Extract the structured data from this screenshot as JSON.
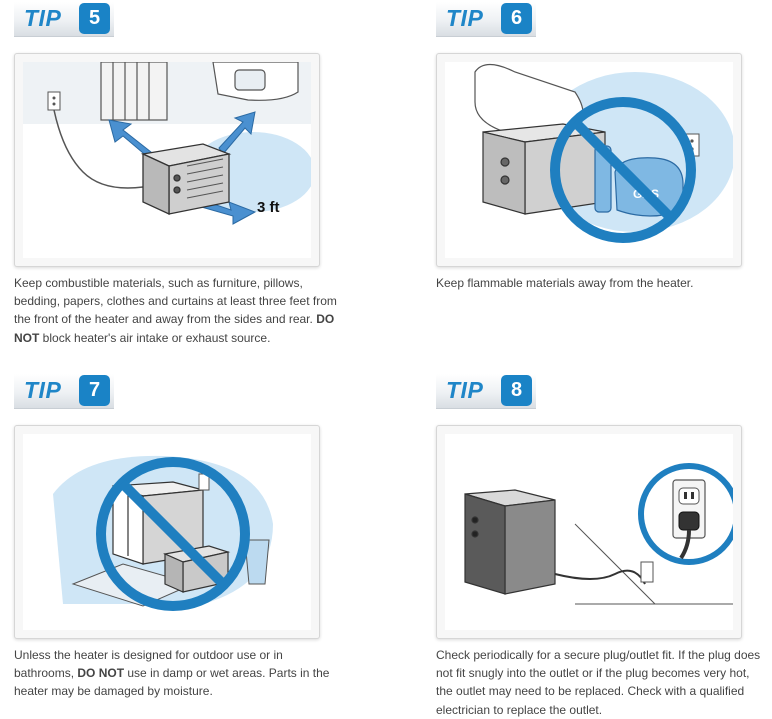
{
  "tips": [
    {
      "word": "TIP",
      "number": "5",
      "caption_pre": "Keep combustible materials, such as furniture, pillows, bedding, papers, clothes and curtains at least three feet from the front of the heater and away from the sides and rear. ",
      "caption_bold": "DO NOT",
      "caption_post": " block heater's air intake or exhaust source.",
      "illustration_label": "3 ft"
    },
    {
      "word": "TIP",
      "number": "6",
      "caption_pre": "Keep flammable materials away from the heater.",
      "caption_bold": "",
      "caption_post": "",
      "illustration_label": "GAS"
    },
    {
      "word": "TIP",
      "number": "7",
      "caption_pre": "Unless the heater is designed for outdoor use or in bathrooms, ",
      "caption_bold": "DO NOT",
      "caption_post": " use in damp or wet areas. Parts in the heater may be damaged by moisture."
    },
    {
      "word": "TIP",
      "number": "8",
      "caption_pre": "Check periodically for a secure plug/outlet fit. If the plug does not fit snugly into the outlet or if the plug becomes very hot, the outlet may need to be replaced. Check with a qualified electrician to replace the outlet.",
      "caption_bold": "",
      "caption_post": ""
    }
  ],
  "colors": {
    "accent": "#1a83c6",
    "prohibit": "#1f7fc0",
    "light_blue": "#cfe6f6",
    "text": "#444444"
  }
}
